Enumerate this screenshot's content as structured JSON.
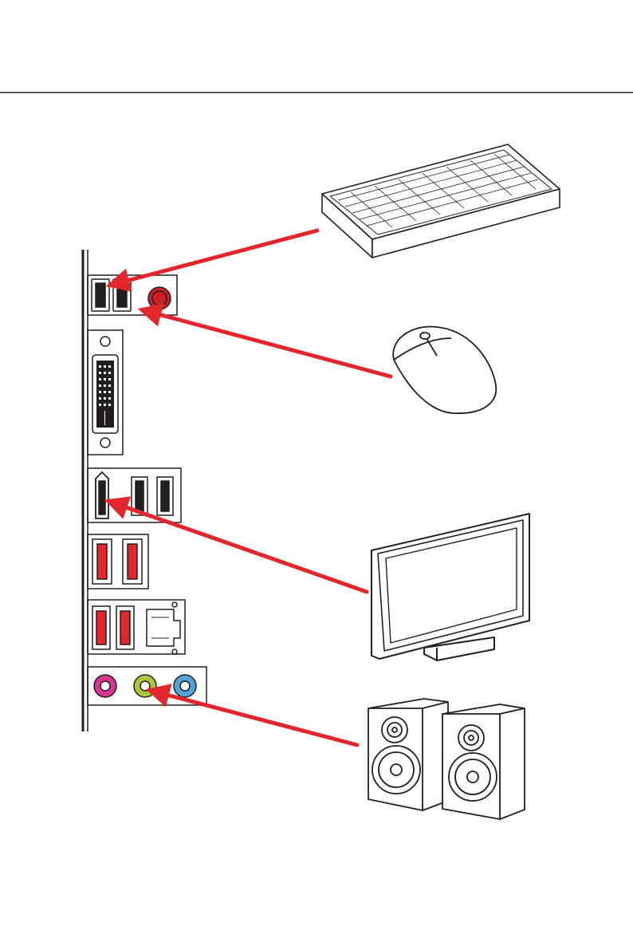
{
  "page": {
    "background": "#ffffff",
    "accent_color": "#e3262b",
    "line_color": "#231f20"
  },
  "io_panel": {
    "name": "rear-io-panel",
    "connectors": [
      {
        "type": "usb-port",
        "color": "#231f20",
        "count": 2
      },
      {
        "type": "ps2-port",
        "color": "#c92126"
      },
      {
        "type": "dvi-port",
        "color": "#231f20"
      },
      {
        "type": "hdmi-port",
        "color": "#231f20"
      },
      {
        "type": "usb-port",
        "color": "#231f20",
        "count": 2
      },
      {
        "type": "usb3-port",
        "color": "#e3262b",
        "count": 2
      },
      {
        "type": "usb3-port",
        "color": "#e3262b",
        "count": 2
      },
      {
        "type": "lan-port",
        "color": "#231f20"
      },
      {
        "type": "audio-jack",
        "color": "#d6368f"
      },
      {
        "type": "audio-jack",
        "color": "#a8c936"
      },
      {
        "type": "audio-jack",
        "color": "#4ea7d8"
      }
    ]
  },
  "devices": [
    {
      "name": "keyboard-icon",
      "connects_to": "usb-port"
    },
    {
      "name": "mouse-icon",
      "connects_to": "usb-port"
    },
    {
      "name": "monitor-icon",
      "connects_to": "hdmi-port"
    },
    {
      "name": "speakers-icon",
      "connects_to": "audio-jack"
    }
  ]
}
